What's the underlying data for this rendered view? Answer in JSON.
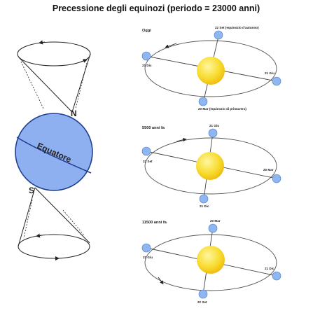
{
  "title": "Precessione degli equinozi (periodo = 23000 anni)",
  "globe": {
    "north_label": "N",
    "south_label": "S",
    "equator_label": "Equatore"
  },
  "panels": [
    {
      "era_label": "Oggi",
      "top": "22 Set (equinozio d'autunno)",
      "left": "21 Dic",
      "right": "21 Giu",
      "bottom": "20 Mar (equinozio di primavera)"
    },
    {
      "era_label": "5500 anni fa",
      "top": "21 Giu",
      "left": "22 Set",
      "right": "20 Mar",
      "bottom": "21 Dic"
    },
    {
      "era_label": "11500 anni fa",
      "top": "20 Mar",
      "left": "21 Giu",
      "right": "21 Dic",
      "bottom": "22 Set"
    }
  ],
  "colors": {
    "earth": "#8fb0f0",
    "earth_stroke": "#1f3f8f",
    "sun_center": "#fff36a",
    "sun_edge": "#f2c40f",
    "marker": "#8eb6f0",
    "line": "#333333"
  }
}
